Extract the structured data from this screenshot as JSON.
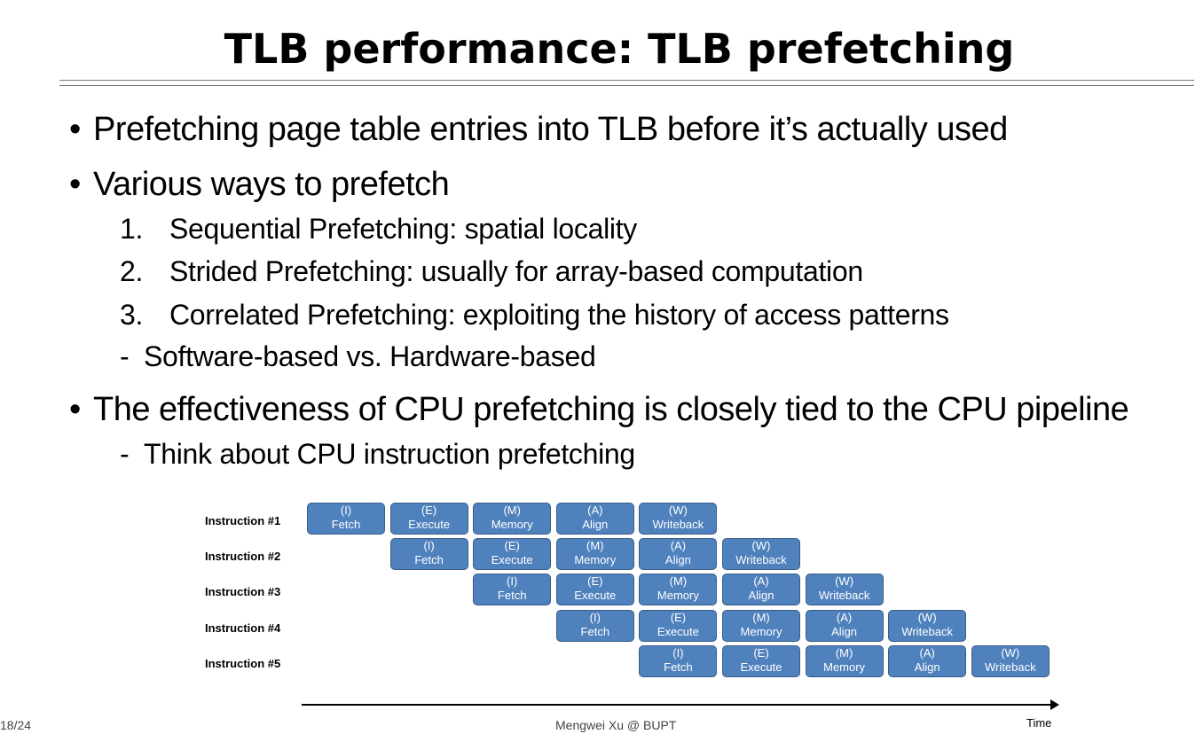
{
  "title": "TLB performance: TLB prefetching",
  "bullets": [
    {
      "text": "Prefetching page table entries into TLB before it’s actually used"
    },
    {
      "text": "Various ways to prefetch",
      "items": [
        {
          "num": "1.",
          "text": "Sequential Prefetching: spatial locality"
        },
        {
          "num": "2.",
          "text": "Strided Prefetching: usually for array-based computation"
        },
        {
          "num": "3.",
          "text": "Correlated Prefetching: exploiting the history of access patterns"
        },
        {
          "num": "-",
          "text": "Software-based vs. Hardware-based"
        }
      ]
    },
    {
      "text": "The effectiveness of CPU prefetching is closely tied to the CPU pipeline",
      "items": [
        {
          "num": "-",
          "text": "Think about CPU instruction prefetching"
        }
      ]
    }
  ],
  "diagram": {
    "instructions": [
      "Instruction #1",
      "Instruction #2",
      "Instruction #3",
      "Instruction #4",
      "Instruction #5"
    ],
    "stages": [
      {
        "code": "(I)",
        "name": "Fetch"
      },
      {
        "code": "(E)",
        "name": "Execute"
      },
      {
        "code": "(M)",
        "name": "Memory"
      },
      {
        "code": "(A)",
        "name": "Align"
      },
      {
        "code": "(W)",
        "name": "Writeback"
      }
    ],
    "axis_label": "Time",
    "colors": {
      "stage_fill": "#4f81bd",
      "stage_border": "#385d8a"
    }
  },
  "footer": {
    "page": "18/24",
    "author": "Mengwei Xu @ BUPT"
  }
}
